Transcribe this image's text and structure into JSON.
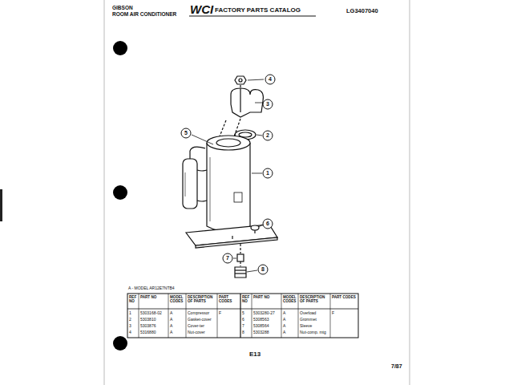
{
  "diagram": {
    "labels": [
      "GIBSON",
      "ROOM AIR CONDITIONER",
      "WCI",
      "FACTORY PARTS CATALOG",
      "LG3407040",
      "4",
      "3",
      "2",
      "5",
      "1",
      "6",
      "7",
      "8",
      "A - MODEL AR12E7NTB4",
      "REF NO",
      "PART NO",
      "MODEL CODES",
      "DESCRIPTION OF PARTS",
      "PART CODES",
      "REF NO",
      "PART NO",
      "MODEL CODES",
      "DESCRIPTION OF PARTS",
      "PART CODES",
      "1",
      "5303168-02",
      "A",
      "Compressor",
      "F",
      "2",
      "5303810",
      "A",
      "Gasket-cover",
      "3",
      "5303876",
      "A",
      "Cover-ter",
      "4",
      "5316880",
      "A",
      "Nut-cover",
      "5",
      "5303280-27",
      "A",
      "Overload",
      "F",
      "6",
      "5308563",
      "A",
      "Grommet",
      "7",
      "5308564",
      "A",
      "Sleeve",
      "8",
      "5303288",
      "A",
      "Nut-comp. mtg",
      "E13",
      "7/87"
    ]
  }
}
